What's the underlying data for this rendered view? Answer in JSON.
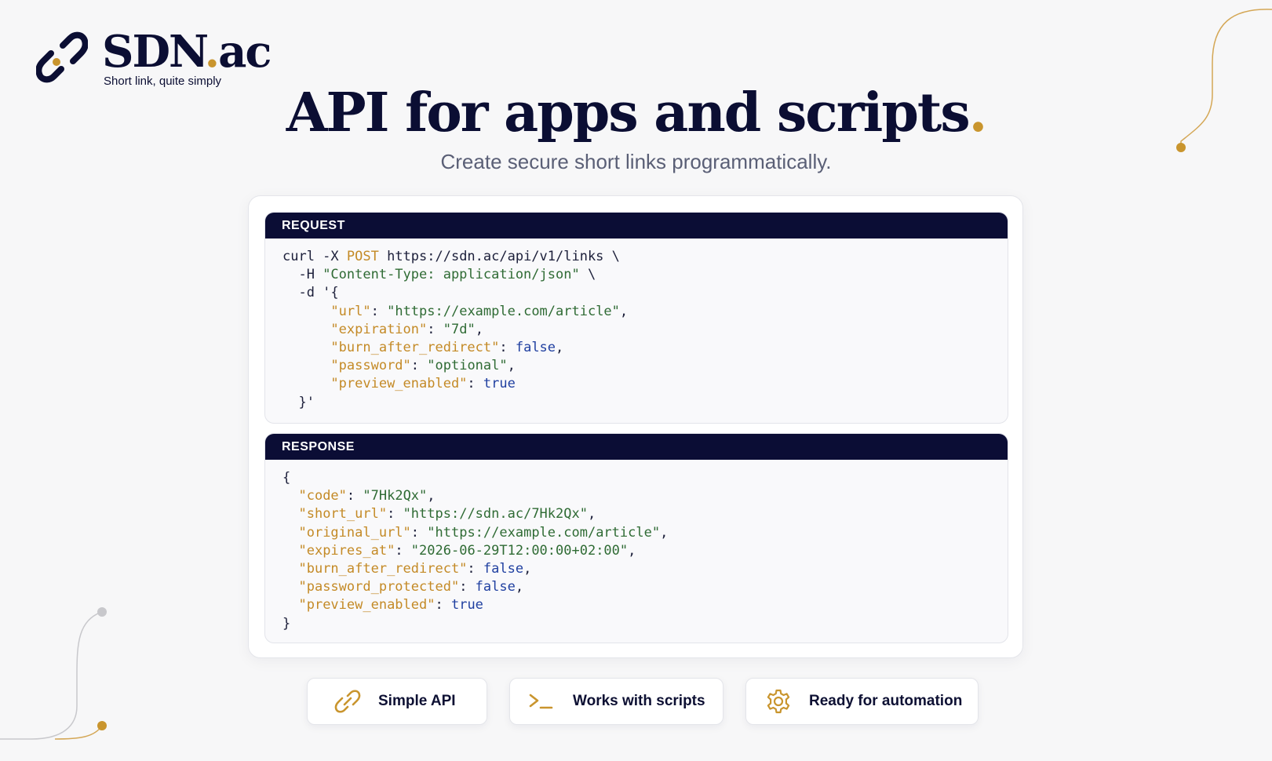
{
  "brand": {
    "name_main": "SDN",
    "name_dot": ".",
    "name_ext": "ac",
    "tagline": "Short link, quite simply"
  },
  "hero": {
    "title": "API for apps and scripts",
    "title_dot": ".",
    "subtitle": "Create secure short links programmatically."
  },
  "request": {
    "header": "REQUEST",
    "lines": [
      [
        {
          "t": "curl -X "
        },
        {
          "t": "POST",
          "c": "m"
        },
        {
          "t": " https://sdn.ac/api/v1/links \\"
        }
      ],
      [
        {
          "t": "  -H "
        },
        {
          "t": "\"Content-Type: application/json\"",
          "c": "s"
        },
        {
          "t": " \\"
        }
      ],
      [
        {
          "t": "  -d '{"
        }
      ],
      [
        {
          "t": "      "
        },
        {
          "t": "\"url\"",
          "c": "k"
        },
        {
          "t": ": "
        },
        {
          "t": "\"https://example.com/article\"",
          "c": "s"
        },
        {
          "t": ","
        }
      ],
      [
        {
          "t": "      "
        },
        {
          "t": "\"expiration\"",
          "c": "k"
        },
        {
          "t": ": "
        },
        {
          "t": "\"7d\"",
          "c": "s"
        },
        {
          "t": ","
        }
      ],
      [
        {
          "t": "      "
        },
        {
          "t": "\"burn_after_redirect\"",
          "c": "k"
        },
        {
          "t": ": "
        },
        {
          "t": "false",
          "c": "b"
        },
        {
          "t": ","
        }
      ],
      [
        {
          "t": "      "
        },
        {
          "t": "\"password\"",
          "c": "k"
        },
        {
          "t": ": "
        },
        {
          "t": "\"optional\"",
          "c": "s"
        },
        {
          "t": ","
        }
      ],
      [
        {
          "t": "      "
        },
        {
          "t": "\"preview_enabled\"",
          "c": "k"
        },
        {
          "t": ": "
        },
        {
          "t": "true",
          "c": "b"
        }
      ],
      [
        {
          "t": "  }'"
        }
      ]
    ]
  },
  "response": {
    "header": "RESPONSE",
    "lines": [
      [
        {
          "t": "{"
        }
      ],
      [
        {
          "t": "  "
        },
        {
          "t": "\"code\"",
          "c": "k"
        },
        {
          "t": ": "
        },
        {
          "t": "\"7Hk2Qx\"",
          "c": "s"
        },
        {
          "t": ","
        }
      ],
      [
        {
          "t": "  "
        },
        {
          "t": "\"short_url\"",
          "c": "k"
        },
        {
          "t": ": "
        },
        {
          "t": "\"https://sdn.ac/7Hk2Qx\"",
          "c": "s"
        },
        {
          "t": ","
        }
      ],
      [
        {
          "t": "  "
        },
        {
          "t": "\"original_url\"",
          "c": "k"
        },
        {
          "t": ": "
        },
        {
          "t": "\"https://example.com/article\"",
          "c": "s"
        },
        {
          "t": ","
        }
      ],
      [
        {
          "t": "  "
        },
        {
          "t": "\"expires_at\"",
          "c": "k"
        },
        {
          "t": ": "
        },
        {
          "t": "\"2026-06-29T12:00:00+02:00\"",
          "c": "s"
        },
        {
          "t": ","
        }
      ],
      [
        {
          "t": "  "
        },
        {
          "t": "\"burn_after_redirect\"",
          "c": "k"
        },
        {
          "t": ": "
        },
        {
          "t": "false",
          "c": "b"
        },
        {
          "t": ","
        }
      ],
      [
        {
          "t": "  "
        },
        {
          "t": "\"password_protected\"",
          "c": "k"
        },
        {
          "t": ": "
        },
        {
          "t": "false",
          "c": "b"
        },
        {
          "t": ","
        }
      ],
      [
        {
          "t": "  "
        },
        {
          "t": "\"preview_enabled\"",
          "c": "k"
        },
        {
          "t": ": "
        },
        {
          "t": "true",
          "c": "b"
        }
      ],
      [
        {
          "t": "}"
        }
      ]
    ]
  },
  "features": [
    {
      "label": "Simple API",
      "icon": "link-icon"
    },
    {
      "label": "Works with scripts",
      "icon": "terminal-icon"
    },
    {
      "label": "Ready for automation",
      "icon": "gear-icon"
    }
  ],
  "colors": {
    "navy": "#0b0d35",
    "gold": "#c9952e",
    "key": "#c48a26",
    "string": "#2f6b34",
    "boolean": "#1f3fa0"
  }
}
